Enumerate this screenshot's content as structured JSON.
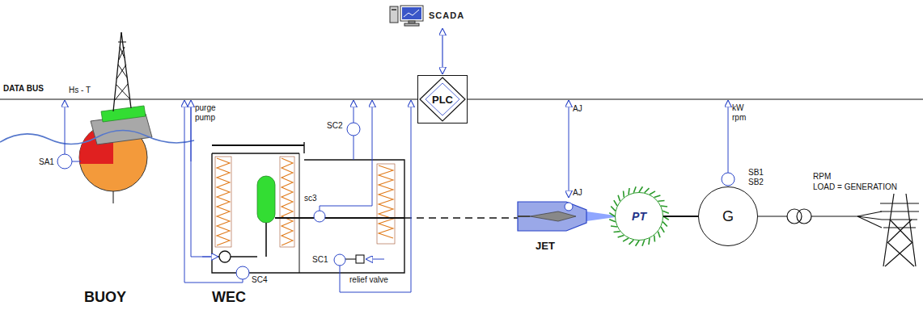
{
  "diagram": {
    "nodes": [
      {
        "text": [
          "SCADA"
        ]
      },
      {
        "text": [
          "PLC"
        ]
      },
      {
        "text": [
          "PT"
        ]
      },
      {
        "text": [
          "G"
        ]
      }
    ],
    "edges": [
      {
        "from": 0,
        "to": 1,
        "arrow": "both"
      },
      {
        "from": 2,
        "to": 3,
        "arrow": "none"
      }
    ],
    "labels": [
      "DATA BUS",
      "Hs - T",
      "SA1",
      "purge pump",
      "SC2",
      "sc3",
      "SC4",
      "SC1",
      "relief valve",
      "AJ",
      "AJ",
      "kW",
      "rpm",
      "SB1",
      "SB2",
      "RPM",
      "LOAD = GENERATION",
      "BUOY",
      "WEC",
      "JET"
    ]
  }
}
